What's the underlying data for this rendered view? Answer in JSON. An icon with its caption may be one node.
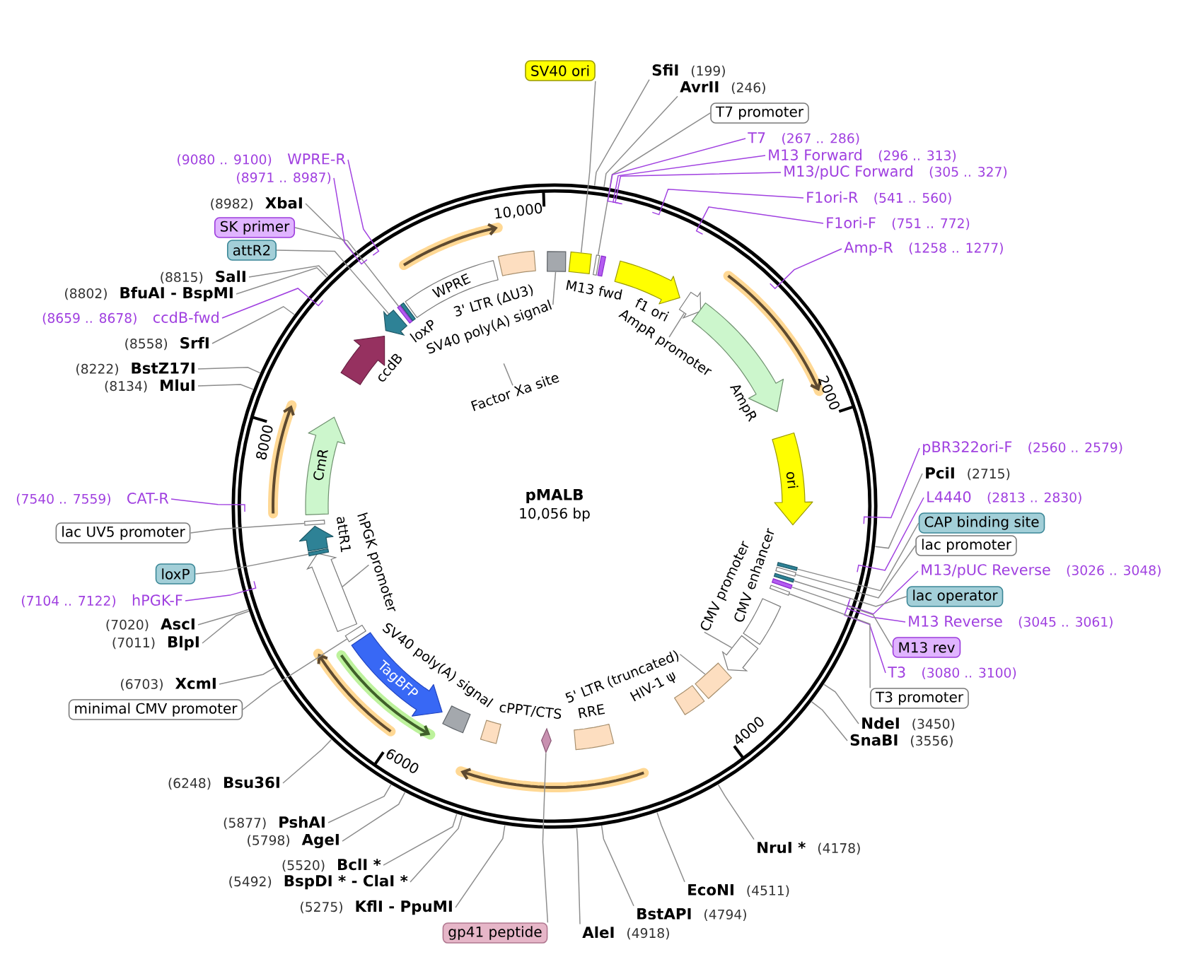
{
  "diagram": {
    "title": "pMALB",
    "nodes": [
      {
        "text": [
          "SV40 ori"
        ]
      },
      {
        "text": [
          "SfiI",
          "(199)"
        ]
      },
      {
        "text": [
          "AvrII",
          "(246)"
        ]
      },
      {
        "text": [
          "T7 promoter"
        ]
      },
      {
        "text": [
          "T7",
          "(267 .. 286)"
        ]
      },
      {
        "text": [
          "M13 Forward",
          "(296 .. 313)"
        ]
      },
      {
        "text": [
          "M13/pUC Forward",
          "(305 .. 327)"
        ]
      },
      {
        "text": [
          "F1ori-R",
          "(541 .. 560)"
        ]
      },
      {
        "text": [
          "F1ori-F",
          "(751 .. 772)"
        ]
      },
      {
        "text": [
          "Amp-R",
          "(1258 .. 1277)"
        ]
      },
      {
        "text": [
          "pBR322ori-F",
          "(2560 .. 2579)"
        ]
      },
      {
        "text": [
          "PciI",
          "(2715)"
        ]
      },
      {
        "text": [
          "L4440",
          "(2813 .. 2830)"
        ]
      },
      {
        "text": [
          "CAP binding site"
        ]
      },
      {
        "text": [
          "lac promoter"
        ]
      },
      {
        "text": [
          "M13/pUC Reverse",
          "(3026 .. 3048)"
        ]
      },
      {
        "text": [
          "lac operator"
        ]
      },
      {
        "text": [
          "M13 Reverse",
          "(3045 .. 3061)"
        ]
      },
      {
        "text": [
          "M13 rev"
        ]
      },
      {
        "text": [
          "T3",
          "(3080 .. 3100)"
        ]
      },
      {
        "text": [
          "T3 promoter"
        ]
      },
      {
        "text": [
          "NdeI",
          "(3450)"
        ]
      },
      {
        "text": [
          "SnaBI",
          "(3556)"
        ]
      },
      {
        "text": [
          "NruI *",
          "(4178)"
        ]
      },
      {
        "text": [
          "EcoNI",
          "(4511)"
        ]
      },
      {
        "text": [
          "BstAPI",
          "(4794)"
        ]
      },
      {
        "text": [
          "AleI",
          "(4918)"
        ]
      },
      {
        "text": [
          "gp41 peptide"
        ]
      },
      {
        "text": [
          "(5275)",
          "KflI - PpuMI"
        ]
      },
      {
        "text": [
          "(5492)",
          "BspDI * - ClaI *"
        ]
      },
      {
        "text": [
          "(5520)",
          "BclI *"
        ]
      },
      {
        "text": [
          "(5798)",
          "AgeI"
        ]
      },
      {
        "text": [
          "(5877)",
          "PshAI"
        ]
      },
      {
        "text": [
          "(6248)",
          "Bsu36I"
        ]
      },
      {
        "text": [
          "minimal CMV promoter"
        ]
      },
      {
        "text": [
          "(6703)",
          "XcmI"
        ]
      },
      {
        "text": [
          "(7011)",
          "BlpI"
        ]
      },
      {
        "text": [
          "(7020)",
          "AscI"
        ]
      },
      {
        "text": [
          "(7104 .. 7122)",
          "hPGK-F"
        ]
      },
      {
        "text": [
          "loxP"
        ]
      },
      {
        "text": [
          "lac UV5 promoter"
        ]
      },
      {
        "text": [
          "(7540 .. 7559)",
          "CAT-R"
        ]
      },
      {
        "text": [
          "(8134)",
          "MluI"
        ]
      },
      {
        "text": [
          "(8222)",
          "BstZ17I"
        ]
      },
      {
        "text": [
          "(8558)",
          "SrfI"
        ]
      },
      {
        "text": [
          "(8659 .. 8678)",
          "ccdB-fwd"
        ]
      },
      {
        "text": [
          "(8802)",
          "BfuAI - BspMI"
        ]
      },
      {
        "text": [
          "(8815)",
          "SalI"
        ]
      },
      {
        "text": [
          "attR2"
        ]
      },
      {
        "text": [
          "SK primer"
        ]
      },
      {
        "text": [
          "(8982)",
          "XbaI"
        ]
      },
      {
        "text": [
          "(8971 .. 8987)"
        ]
      },
      {
        "text": [
          "(9080 .. 9100)",
          "WPRE-R"
        ]
      },
      {
        "text": [
          "SV40 poly(A) signal"
        ]
      },
      {
        "text": [],
        "shape": "box"
      },
      {
        "text": [],
        "shape": "box"
      },
      {
        "text": [],
        "shape": "bar"
      },
      {
        "text": [
          "M13 fwd"
        ]
      },
      {
        "text": [
          "f1 ori"
        ]
      },
      {
        "text": [
          "AmpR promoter"
        ]
      },
      {
        "text": [],
        "shape": "arrow"
      },
      {
        "text": [
          "AmpR"
        ]
      },
      {
        "text": [
          "ori"
        ]
      },
      {
        "text": [],
        "shape": "bar"
      },
      {
        "text": [],
        "shape": "bar"
      },
      {
        "text": [],
        "shape": "bar"
      },
      {
        "text": [],
        "shape": "bar"
      },
      {
        "text": [],
        "shape": "bar"
      },
      {
        "text": [
          "CMV enhancer"
        ]
      },
      {
        "text": [
          "CMV promoter"
        ]
      },
      {
        "text": [],
        "shape": "arrow"
      },
      {
        "text": [
          "5' LTR (truncated)"
        ]
      },
      {
        "text": [],
        "shape": "box"
      },
      {
        "text": [
          "HIV-1 ψ"
        ]
      },
      {
        "text": [
          "RRE"
        ]
      },
      {
        "text": [],
        "shape": "diamond"
      },
      {
        "text": [
          "cPPT/CTS"
        ]
      },
      {
        "text": [
          "SV40 poly(A) signal"
        ]
      },
      {
        "text": [
          "TagBFP"
        ]
      },
      {
        "text": [],
        "shape": "bar"
      },
      {
        "text": [
          "hPGK promoter"
        ]
      },
      {
        "text": [],
        "shape": "arrow"
      },
      {
        "text": [],
        "shape": "bar"
      },
      {
        "text": [
          "attR1"
        ]
      },
      {
        "text": [],
        "shape": "bar"
      },
      {
        "text": [
          "CmR"
        ]
      },
      {
        "text": [
          "ccdB"
        ]
      },
      {
        "text": [],
        "shape": "arrow"
      },
      {
        "text": [],
        "shape": "bar"
      },
      {
        "text": [
          "loxP"
        ]
      },
      {
        "text": [
          "WPRE"
        ]
      },
      {
        "text": [
          "3' LTR (ΔU3)"
        ]
      },
      {
        "text": [
          "Factor Xa site"
        ]
      }
    ],
    "edges": [
      {
        "from": 0,
        "to": 55,
        "arrow": "none"
      },
      {
        "from": 1,
        "to": null,
        "arrow": "none"
      },
      {
        "from": 2,
        "to": null,
        "arrow": "none"
      },
      {
        "from": 3,
        "to": 56,
        "arrow": "none"
      },
      {
        "from": 4,
        "to": null,
        "arrow": "none",
        "color": "#a040e0"
      },
      {
        "from": 5,
        "to": null,
        "arrow": "none",
        "color": "#a040e0"
      },
      {
        "from": 6,
        "to": null,
        "arrow": "none",
        "color": "#a040e0"
      },
      {
        "from": 7,
        "to": null,
        "arrow": "none",
        "color": "#a040e0"
      },
      {
        "from": 8,
        "to": null,
        "arrow": "none",
        "color": "#a040e0"
      },
      {
        "from": 9,
        "to": null,
        "arrow": "none",
        "color": "#a040e0"
      },
      {
        "from": 10,
        "to": null,
        "arrow": "none",
        "color": "#a040e0"
      },
      {
        "from": 11,
        "to": null,
        "arrow": "none"
      },
      {
        "from": 12,
        "to": null,
        "arrow": "none",
        "color": "#a040e0"
      },
      {
        "from": 13,
        "to": 63,
        "arrow": "none"
      },
      {
        "from": 14,
        "to": 64,
        "arrow": "none"
      },
      {
        "from": 15,
        "to": null,
        "arrow": "none",
        "color": "#a040e0"
      },
      {
        "from": 16,
        "to": 65,
        "arrow": "none"
      },
      {
        "from": 17,
        "to": null,
        "arrow": "none",
        "color": "#a040e0"
      },
      {
        "from": 18,
        "to": 66,
        "arrow": "none"
      },
      {
        "from": 19,
        "to": null,
        "arrow": "none",
        "color": "#a040e0"
      },
      {
        "from": 20,
        "to": 67,
        "arrow": "none"
      },
      {
        "from": 21,
        "to": null,
        "arrow": "none"
      },
      {
        "from": 22,
        "to": null,
        "arrow": "none"
      },
      {
        "from": 23,
        "to": null,
        "arrow": "none"
      },
      {
        "from": 24,
        "to": null,
        "arrow": "none"
      },
      {
        "from": 25,
        "to": null,
        "arrow": "none"
      },
      {
        "from": 26,
        "to": null,
        "arrow": "none"
      },
      {
        "from": 27,
        "to": 75,
        "arrow": "none"
      },
      {
        "from": 28,
        "to": null,
        "arrow": "none"
      },
      {
        "from": 29,
        "to": null,
        "arrow": "none"
      },
      {
        "from": 30,
        "to": null,
        "arrow": "none"
      },
      {
        "from": 31,
        "to": null,
        "arrow": "none"
      },
      {
        "from": 32,
        "to": null,
        "arrow": "none"
      },
      {
        "from": 33,
        "to": null,
        "arrow": "none"
      },
      {
        "from": 34,
        "to": 79,
        "arrow": "none"
      },
      {
        "from": 35,
        "to": null,
        "arrow": "none"
      },
      {
        "from": 36,
        "to": null,
        "arrow": "none"
      },
      {
        "from": 37,
        "to": null,
        "arrow": "none"
      },
      {
        "from": 38,
        "to": null,
        "arrow": "none",
        "color": "#a040e0"
      },
      {
        "from": 39,
        "to": 82,
        "arrow": "none"
      },
      {
        "from": 40,
        "to": 84,
        "arrow": "none"
      },
      {
        "from": 41,
        "to": null,
        "arrow": "none",
        "color": "#a040e0"
      },
      {
        "from": 42,
        "to": null,
        "arrow": "none"
      },
      {
        "from": 43,
        "to": null,
        "arrow": "none"
      },
      {
        "from": 44,
        "to": null,
        "arrow": "none"
      },
      {
        "from": 45,
        "to": null,
        "arrow": "none",
        "color": "#a040e0"
      },
      {
        "from": 46,
        "to": null,
        "arrow": "none"
      },
      {
        "from": 47,
        "to": null,
        "arrow": "none"
      },
      {
        "from": 48,
        "to": 87,
        "arrow": "none"
      },
      {
        "from": 49,
        "to": 88,
        "arrow": "none"
      },
      {
        "from": 50,
        "to": null,
        "arrow": "none"
      },
      {
        "from": 51,
        "to": null,
        "arrow": "none",
        "color": "#a040e0"
      },
      {
        "from": 52,
        "to": null,
        "arrow": "none",
        "color": "#a040e0"
      },
      {
        "from": 53,
        "to": 54,
        "arrow": "none"
      },
      {
        "from": 59,
        "to": 60,
        "arrow": "none"
      },
      {
        "from": 69,
        "to": 70,
        "arrow": "none"
      },
      {
        "from": 71,
        "to": 72,
        "arrow": "none"
      },
      {
        "from": 80,
        "to": 81,
        "arrow": "none"
      },
      {
        "from": 92,
        "to": null,
        "arrow": "none"
      }
    ],
    "labels": [
      "10,000",
      "2000",
      "8000",
      "10,056 bp",
      "4000",
      "6000"
    ]
  }
}
